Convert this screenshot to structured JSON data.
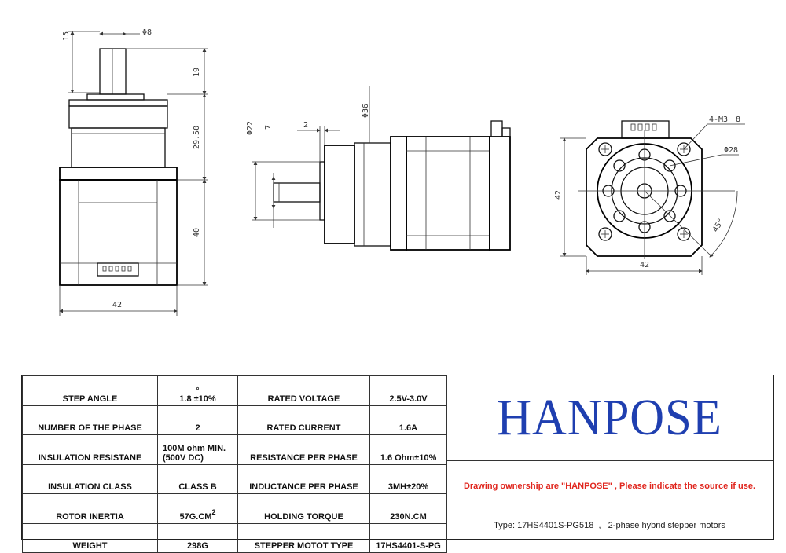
{
  "drawing": {
    "side_view": {
      "dim_shaft_flat": "15",
      "dim_shaft_dia": "Φ8",
      "dim_shaft_len": "19",
      "dim_gearbox_len": "29.50",
      "dim_motor_len": "40",
      "dim_width": "42"
    },
    "front_view": {
      "dim_boss_dia": "Φ22",
      "dim_boss_len": "7",
      "dim_flange": "2",
      "dim_gearbox_dia": "Φ36"
    },
    "end_view": {
      "dim_holes": "4-M3",
      "dim_hole_depth": "8",
      "dim_bolt_circle": "Φ28",
      "dim_height": "42",
      "dim_width": "42",
      "dim_angle": "45°"
    }
  },
  "specs": {
    "rows": [
      {
        "label1": "STEP ANGLE",
        "value1": "1.8 ±10%",
        "value1_sup": "°",
        "label2": "RATED VOLTAGE",
        "value2": "2.5V-3.0V"
      },
      {
        "label1": "NUMBER OF THE PHASE",
        "value1": "2",
        "label2": "RATED CURRENT",
        "value2": "1.6A"
      },
      {
        "label1": "INSULATION RESISTANE",
        "value1": "100M ohm MIN.",
        "value1_line2": "(500V DC)",
        "label2": "RESISTANCE PER PHASE",
        "value2": "1.6 Ohm±10%"
      },
      {
        "label1": "INSULATION CLASS",
        "value1": "CLASS B",
        "label2": "INDUCTANCE PER PHASE",
        "value2": "3MH±20%"
      },
      {
        "label1": "ROTOR INERTIA",
        "value1": "57G.CM",
        "value1_sup": "2",
        "label2": "HOLDING TORQUE",
        "value2": "230N.CM"
      },
      {
        "label1": "WEIGHT",
        "value1": "298G",
        "label2": "STEPPER MOTOT TYPE",
        "value2": "17HS4401-S-PG"
      }
    ]
  },
  "brand": {
    "logo": "HANPOSE",
    "ownership_note": "Drawing ownership are \"HANPOSE\" , Please indicate the source if use.",
    "type_note": "Type: 17HS4401S-PG518  ,   2-phase hybrid stepper motors"
  },
  "colors": {
    "brand_blue": "#1f3fb0",
    "note_red": "#e0261e"
  }
}
